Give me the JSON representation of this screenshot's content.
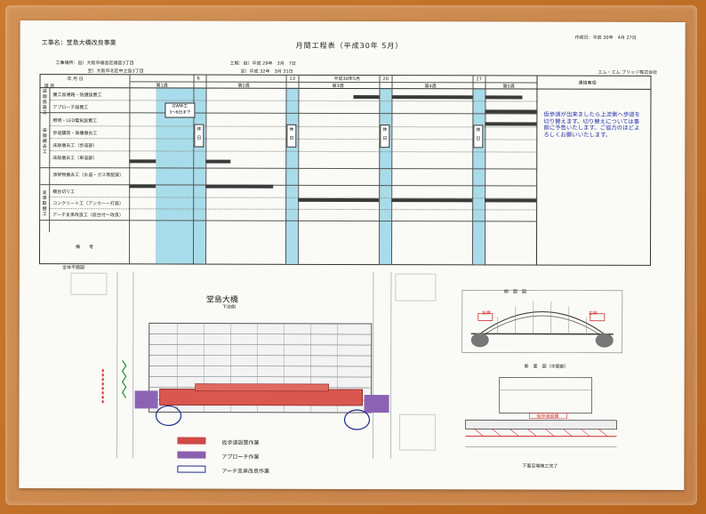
{
  "doc": {
    "project_label": "工事名：堂島大橋改良事業",
    "title": "月間工程表（平成30年 5月）",
    "created": "作成日：平成 30年　4月 27日",
    "location_label": "工事場所：自）大阪市福島区福島3丁目",
    "location_to": "至）大阪市北区中之島3丁目",
    "period_from": "工期：自）平成 29年　3月　7日",
    "period_to": "至）平成 32年　3月 31日",
    "company": "エム・エム ブリッジ株式会社",
    "month_header": "平成30年5月",
    "year_month_label": "年 月 日",
    "item_label": "項 目",
    "notes_header": "連絡事項",
    "remarks_label": "備　　考"
  },
  "weeks": [
    "第1週",
    "第2週",
    "第3週",
    "第4週",
    "第5週"
  ],
  "day_numbers": [
    "6",
    "13",
    "20",
    "27"
  ],
  "day_suffix": "日",
  "categories": [
    "床版仮設工",
    "床版撤去工",
    "支承取替工"
  ],
  "tasks": [
    "腹工仮通路・防護設置工",
    "アプローチ設置工",
    "照明・LED電気設置工",
    "歩道舗装・高欄撤去工",
    "床版撤去工（歩道部）",
    "床版撤去工（車道部）",
    "添架物撤去工（水道・ガス等配管）",
    "横台切り工",
    "コンクリート工（アンカー一打設）",
    "アーチ支承改良工（仮台付～改良）"
  ],
  "gw": {
    "line1": "GW休工",
    "line2": "3～6日まで"
  },
  "holiday": {
    "c1": "休",
    "c2": "日"
  },
  "note": "仮歩道が出来ましたら上流側へ歩道を切り替えます。切り替えについては事前に予告いたします。ご協力のほどよろしくお願いいたします。",
  "plan": {
    "section_label": "全体平面図",
    "bridge_name": "堂島大橋",
    "downstream": "下流側",
    "side_title": "側　面　図",
    "cross_title": "断　面　図（中間部）",
    "left_bank": "左岸",
    "right_bank": "右岸",
    "temp_label": "仮歩道設置",
    "lower_caption": "下面足場施工完了"
  },
  "legend": [
    {
      "label": "仮歩道設置作業",
      "color": "#d04848"
    },
    {
      "label": "アプローチ作業",
      "color": "#8a5fb0"
    },
    {
      "label": "アーチ支承改良作業",
      "color": "#ffffff"
    }
  ],
  "colors": {
    "holiday": "#a9dcea",
    "note_text": "#2430a8",
    "bar": "#3a3a3a",
    "board": "#c8742a"
  }
}
